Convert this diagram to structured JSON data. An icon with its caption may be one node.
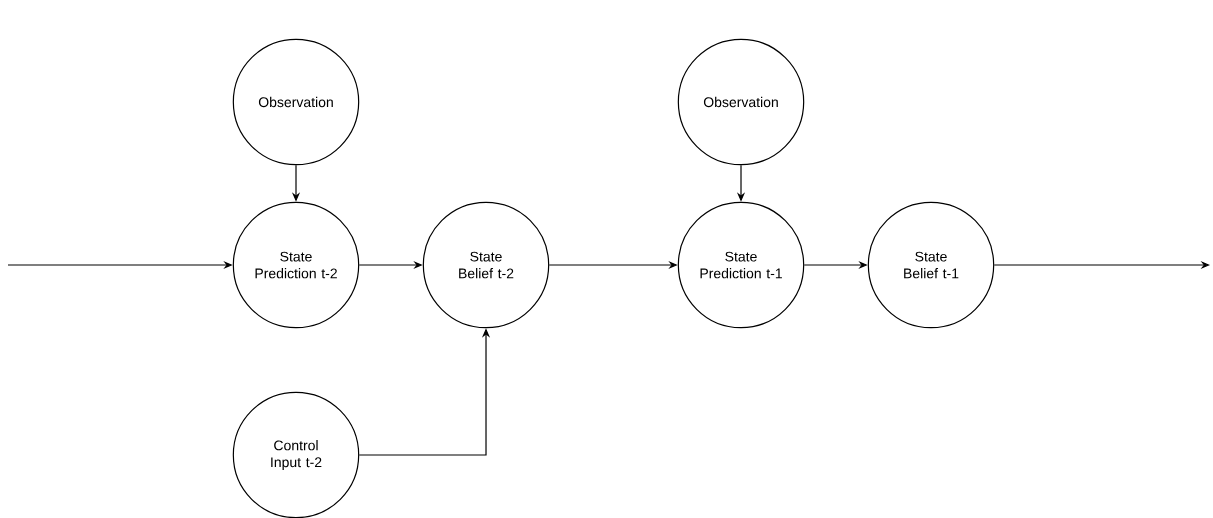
{
  "diagram": {
    "nodes": [
      {
        "text": [
          "Observation"
        ]
      },
      {
        "text": [
          "State Prediction t-2"
        ]
      },
      {
        "text": [
          "State Belief t-2"
        ]
      },
      {
        "text": [
          "Control Input t-2"
        ]
      },
      {
        "text": [
          "Observation"
        ]
      },
      {
        "text": [
          "State Prediction t-1"
        ]
      },
      {
        "text": [
          "State Belief t-1"
        ]
      }
    ],
    "edges": [
      {
        "from": null,
        "to": 1,
        "arrow": "to"
      },
      {
        "from": 0,
        "to": 1,
        "arrow": "to"
      },
      {
        "from": 1,
        "to": 2,
        "arrow": "to"
      },
      {
        "from": 3,
        "to": 2,
        "arrow": "to"
      },
      {
        "from": 2,
        "to": 5,
        "arrow": "to"
      },
      {
        "from": 4,
        "to": 5,
        "arrow": "to"
      },
      {
        "from": 5,
        "to": 6,
        "arrow": "to"
      },
      {
        "from": 6,
        "to": null,
        "arrow": "to"
      }
    ]
  }
}
